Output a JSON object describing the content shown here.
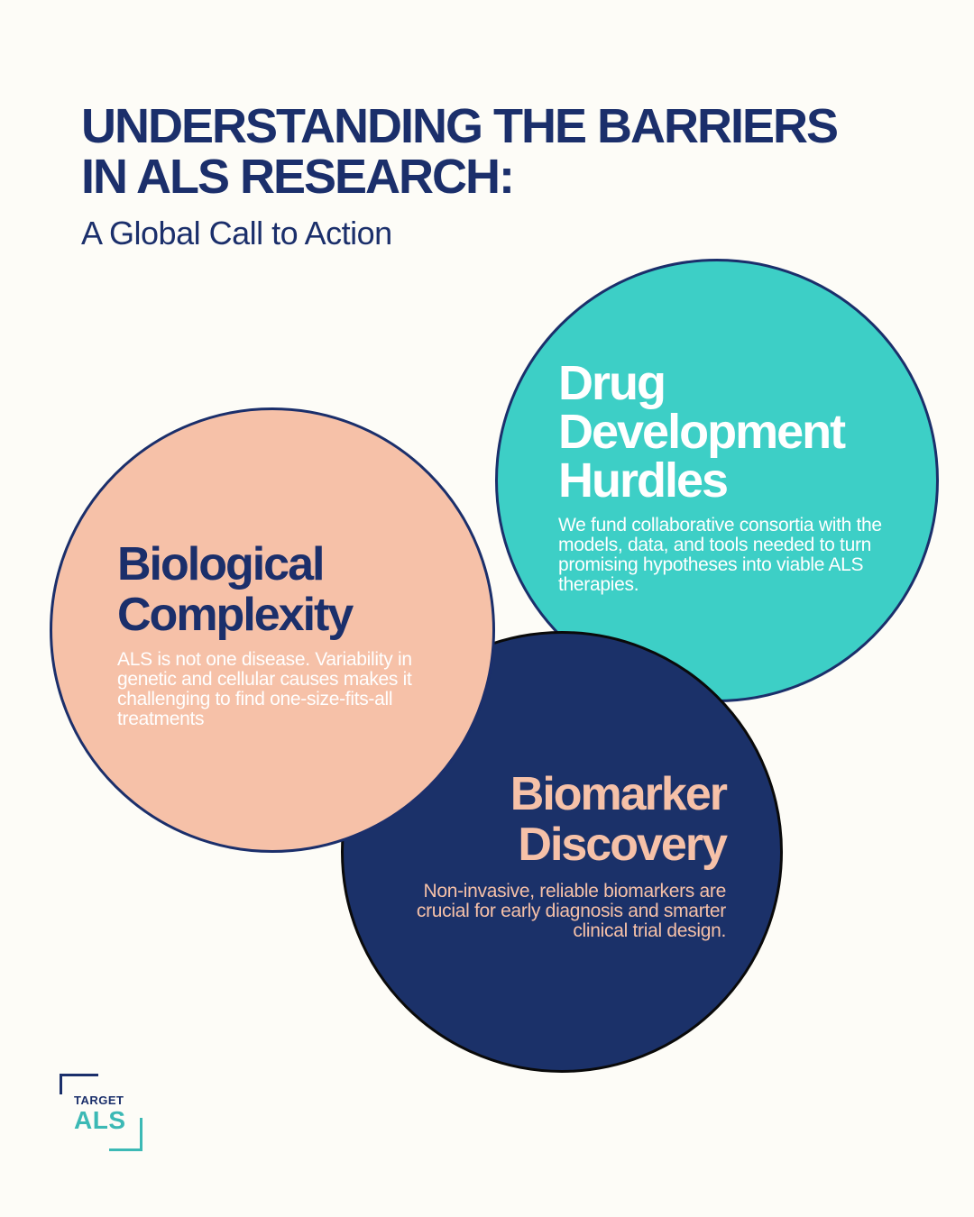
{
  "header": {
    "title_lines": [
      "UNDERSTANDING THE BARRIERS",
      "IN ALS RESEARCH:"
    ],
    "subtitle": "A Global Call to Action"
  },
  "cards": {
    "drug": {
      "heading_lines": [
        "Drug",
        "Development",
        "Hurdles"
      ],
      "body": "We fund collaborative consortia with the models, data, and tools needed to turn promising hypotheses into viable ALS therapies."
    },
    "biology": {
      "heading_lines": [
        "Biological",
        "Complexity"
      ],
      "body": "ALS is not one disease. Variability in genetic and cellular causes makes it challenging to find one-size-fits-all treatments"
    },
    "biomarker": {
      "heading_lines": [
        "Biomarker",
        "Discovery"
      ],
      "body": "Non-invasive, reliable biomarkers are crucial for early diagnosis and smarter clinical trial design."
    }
  },
  "logo": {
    "line1": "TARGET",
    "line2": "ALS"
  },
  "colors": {
    "navy": "#1b2f6b",
    "teal": "#3dcfc6",
    "peach": "#f6c1a8",
    "background": "#fdfcf7"
  }
}
